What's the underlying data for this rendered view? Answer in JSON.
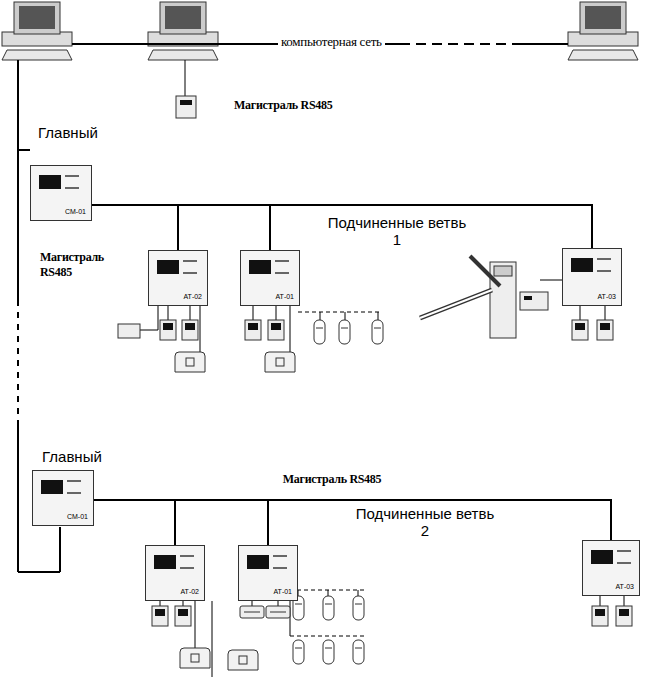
{
  "diagram": {
    "nodes": [
      {
        "text": [
          "СМ-01"
        ]
      },
      {
        "text": [
          "АТ-02"
        ]
      },
      {
        "text": [
          "АТ-01"
        ]
      },
      {
        "text": [
          "АТ-03"
        ]
      },
      {
        "text": [
          "СМ-01"
        ]
      },
      {
        "text": [
          "АТ-02"
        ]
      },
      {
        "text": [
          "АТ-01"
        ]
      },
      {
        "text": [
          "АТ-03"
        ]
      }
    ],
    "edges": [
      {
        "from": 0,
        "to": 1,
        "arrow": "none"
      },
      {
        "from": 0,
        "to": 2,
        "arrow": "none"
      },
      {
        "from": 0,
        "to": 3,
        "arrow": "none"
      },
      {
        "from": 4,
        "to": 5,
        "arrow": "none"
      },
      {
        "from": 4,
        "to": 6,
        "arrow": "none"
      },
      {
        "from": 4,
        "to": 7,
        "arrow": "none"
      }
    ],
    "labels": [
      "компьютерная сеть",
      "Магистраль RS485",
      "Главный",
      "Магистраль RS485",
      "Подчиненные ветвь 1",
      "Главный",
      "Магистраль RS485",
      "Подчиненные ветвь 2"
    ]
  }
}
